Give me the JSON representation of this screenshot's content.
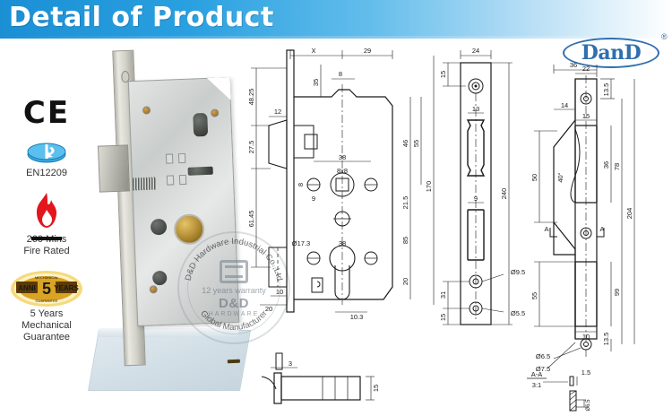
{
  "header": {
    "title": "Detail of Product",
    "accent_color": "#1b8fd4"
  },
  "logo": {
    "name": "DanD",
    "trademark": "®",
    "color": "#2f6fae"
  },
  "badges": [
    {
      "icon": "ce-mark-icon",
      "mark": "CE",
      "caption": ""
    },
    {
      "icon": "en-standard-icon",
      "mark": "",
      "caption": "EN12209"
    },
    {
      "icon": "fire-flame-icon",
      "mark": "",
      "caption": "260 Mins\nFire Rated",
      "caption_line1": "260 Mins",
      "caption_line2": "Fire Rated"
    },
    {
      "icon": "warranty-seal-icon",
      "mark": "5 YEARS",
      "caption_line1": "5 Years",
      "caption_line2": "Mechanical",
      "caption_line3": "Guarantee",
      "seal_left": "ANNI",
      "seal_right": "YEARS",
      "seal_num": "5",
      "seal_top": "MECHANICAL",
      "seal_bottom": "GUARANTEE"
    }
  ],
  "watermark": {
    "arc_top": "D&D Hardware Industrial Co.,Ltd",
    "arc_bottom": "Global Manufacturer",
    "years": "12 years warranty",
    "brand": "D&D",
    "sub": "HARDWARE"
  },
  "drawings": {
    "lock_body": {
      "name": "Mortise lock body front view",
      "dims": {
        "x_dim": "X",
        "backset_top": "29",
        "top_35": "35",
        "top_8": "8",
        "left_48_25": "48.25",
        "left_27_5": "27.5",
        "left_61_45": "61.45",
        "faceplate_thk": "12",
        "follower_38": "38",
        "spindle": "8x8",
        "spindle_8": "8",
        "spindle_9": "9",
        "right_46": "46",
        "right_55": "55",
        "right_21_5": "21.5",
        "right_85": "85",
        "right_170": "170",
        "right_20": "20",
        "cyl_dia": "Ø17.3",
        "cyl_38": "38",
        "latch_10": "10",
        "latch_20": "20",
        "bottom_10_3": "10.3"
      }
    },
    "faceplate": {
      "name": "Faceplate front view",
      "dims": {
        "width_24": "24",
        "top_15": "15",
        "hole_13": "13",
        "slot_9": "9",
        "len_240": "240",
        "gap_31": "31",
        "dia_9_5": "Ø9.5",
        "dia_5_5": "Ø5.5",
        "bottom_15": "15"
      }
    },
    "strike_plate": {
      "name": "Strike plate front view",
      "dims": {
        "w_36": "36",
        "w_22": "22",
        "w_14": "14",
        "w_15": "15",
        "top_13_5": "13.5",
        "h_50": "50",
        "angle_40": "40°",
        "h_36": "36",
        "h_78": "78",
        "h_204": "204",
        "h_55": "55",
        "h_99": "99",
        "slot_10": "10",
        "dia_6_5": "Ø6.5",
        "dia_7_5": "Ø7.5",
        "bot_13_5": "13.5",
        "section_label": "A",
        "section_label2": "A"
      }
    },
    "section_aa": {
      "name": "Section A-A detail",
      "label": "A-A",
      "scale": "3:1",
      "thickness": "1.5",
      "height": "Ø6.5"
    },
    "faceplate_side": {
      "name": "Faceplate side view",
      "dims": {
        "thk_3": "3",
        "h_15": "15"
      }
    }
  }
}
